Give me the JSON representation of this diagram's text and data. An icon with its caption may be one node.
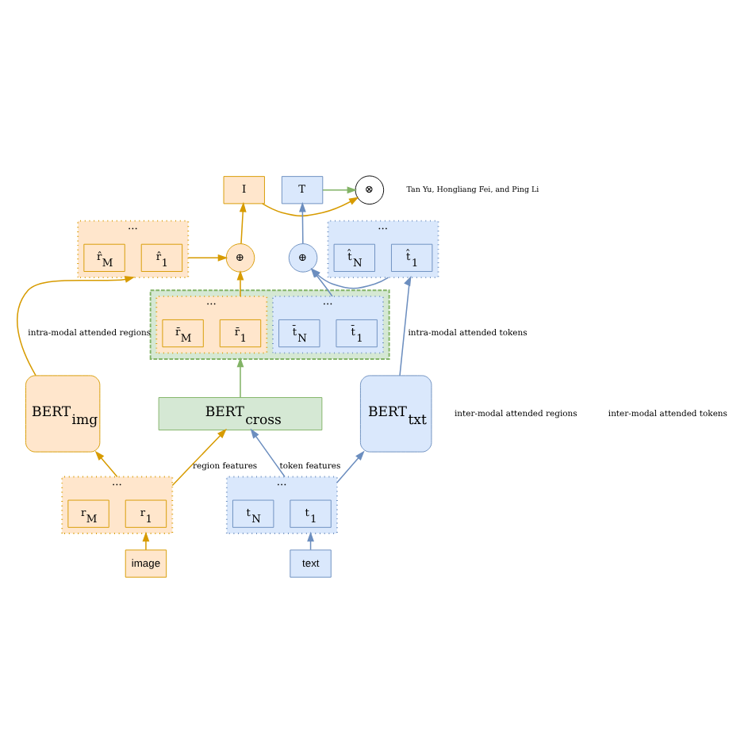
{
  "diagram": {
    "nodes": [
      {
        "text": [
          "I"
        ]
      },
      {
        "text": [
          "⊗"
        ]
      },
      {
        "text": [
          "T"
        ]
      },
      {
        "text": [
          "···"
        ]
      },
      {
        "text": [
          "r̂$_{1}$"
        ],
        "in": 3
      },
      {
        "text": [
          "r̂$_{M}$"
        ],
        "in": 3
      },
      {
        "text": [
          "⊕"
        ]
      },
      {
        "text": [
          "⊕"
        ]
      },
      {
        "text": [
          "···"
        ]
      },
      {
        "text": [
          "t̂$_{1}$"
        ],
        "in": 8
      },
      {
        "text": [
          "t̂$_{N}$"
        ],
        "in": 8
      },
      {
        "text": [
          "BERT$_{img}$"
        ]
      },
      {
        "text": [],
        "shape": "box"
      },
      {
        "text": [
          "···"
        ],
        "in": 12
      },
      {
        "text": [
          "r̄$_{1}$"
        ],
        "in": 13
      },
      {
        "text": [
          "r̄$_{M}$"
        ],
        "in": 13
      },
      {
        "text": [
          "···"
        ],
        "in": 12
      },
      {
        "text": [
          "t̄$_{1}$"
        ],
        "in": 16
      },
      {
        "text": [
          "t̄$_{N}$"
        ],
        "in": 16
      },
      {
        "text": [
          "BERT$_{txt}$"
        ]
      },
      {
        "text": [
          "BERT$_{cross}$"
        ]
      },
      {
        "text": [
          "···"
        ]
      },
      {
        "text": [
          "r$_{1}$"
        ],
        "in": 21
      },
      {
        "text": [
          "r$_{M}$"
        ],
        "in": 21
      },
      {
        "text": [
          "···"
        ]
      },
      {
        "text": [
          "t$_{1}$"
        ],
        "in": 24
      },
      {
        "text": [
          "t$_{N}$"
        ],
        "in": 24
      },
      {
        "text": [
          "image"
        ]
      },
      {
        "text": [
          "text"
        ]
      }
    ],
    "edges": [
      {
        "from": 0,
        "to": 1,
        "arrow": "to"
      },
      {
        "from": 2,
        "to": 1,
        "arrow": "to",
        "color": "#82b366"
      },
      {
        "from": 3,
        "to": 6,
        "arrow": "to"
      },
      {
        "from": 6,
        "to": 0,
        "arrow": "to"
      },
      {
        "from": 8,
        "to": 7,
        "arrow": "to",
        "color": "#6c8ebf"
      },
      {
        "from": 7,
        "to": 2,
        "arrow": "to",
        "color": "#6c8ebf"
      },
      {
        "from": 11,
        "to": 3,
        "arrow": "to",
        "label": "intra-modal attended regions"
      },
      {
        "from": 13,
        "to": 6,
        "arrow": "to"
      },
      {
        "from": 16,
        "to": 7,
        "arrow": "to",
        "color": "#6c8ebf"
      },
      {
        "from": 19,
        "to": 8,
        "arrow": "to",
        "color": "#6c8ebf",
        "label": "intra-modal attended tokens"
      },
      {
        "from": 20,
        "to": 12,
        "arrow": "to",
        "color": "#82b366"
      },
      {
        "from": 21,
        "to": 11,
        "arrow": "to"
      },
      {
        "from": 21,
        "to": 20,
        "arrow": "to",
        "label": "region features"
      },
      {
        "from": 24,
        "to": 19,
        "arrow": "to",
        "color": "#6c8ebf"
      },
      {
        "from": 24,
        "to": 20,
        "arrow": "to",
        "color": "#6c8ebf",
        "label": "token features"
      },
      {
        "from": 27,
        "to": 21,
        "arrow": "to"
      },
      {
        "from": 28,
        "to": 24,
        "arrow": "to",
        "color": "#6c8ebf"
      }
    ],
    "labels": [
      "Tan Yu, Hongliang Fei, and Ping Li",
      "inter-modal attended regions",
      "inter-modal attended tokens"
    ]
  }
}
